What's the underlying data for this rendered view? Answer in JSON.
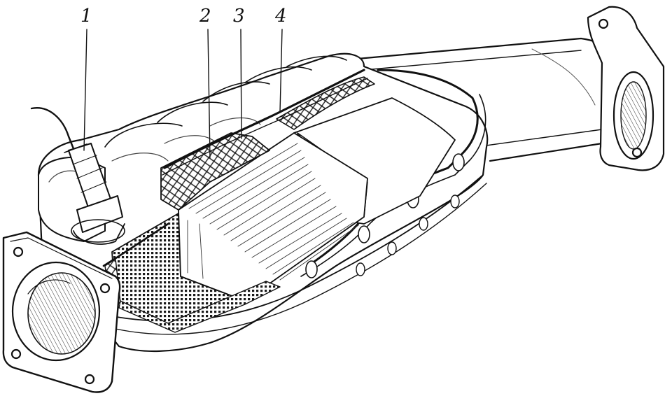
{
  "figure": {
    "labels": [
      {
        "text": "1"
      },
      {
        "text": "2"
      },
      {
        "text": "3"
      },
      {
        "text": "4"
      }
    ]
  },
  "colors": {
    "ink": "#111111",
    "paper": "#ffffff",
    "shade": "#7a7a7a"
  }
}
